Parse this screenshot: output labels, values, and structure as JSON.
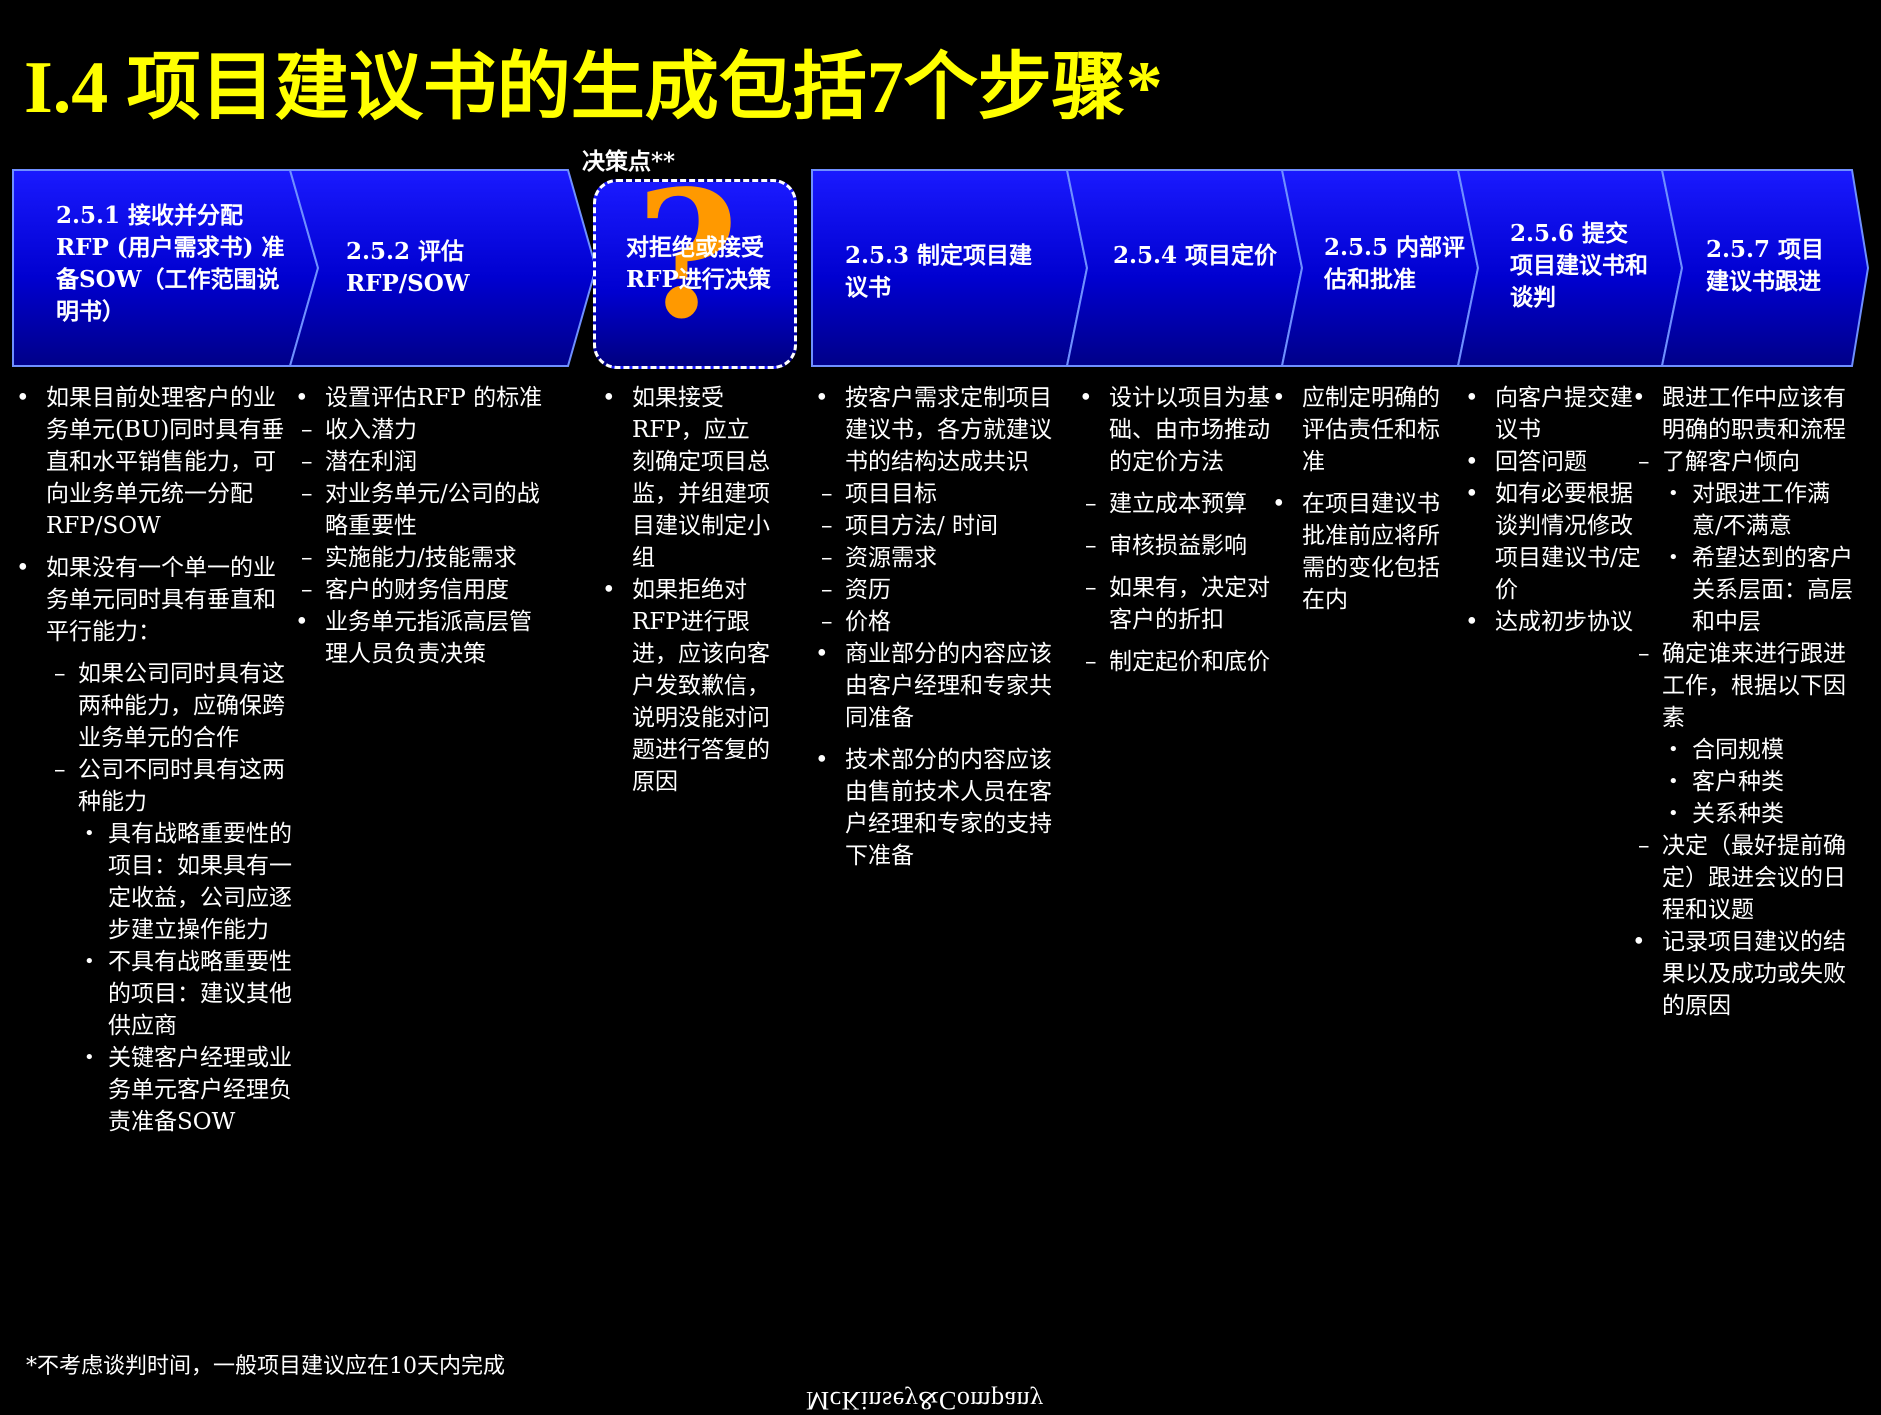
{
  "title": "I.4 项目建议书的生成包括7个步骤*",
  "decision_label": "决策点**",
  "decision": {
    "text": "对拒绝或接受RFP进行决策",
    "mark": "?"
  },
  "steps": [
    {
      "label": "2.5.1 接收并分配RFP (用户需求书) 准备SOW（工作范围说明书）"
    },
    {
      "label": "2.5.2 评估 RFP/SOW"
    },
    {
      "label": "2.5.3 制定项目建议书"
    },
    {
      "label": "2.5.4 项目定价"
    },
    {
      "label": "2.5.5 内部评估和批准"
    },
    {
      "label": "2.5.6 提交项目建议书和谈判"
    },
    {
      "label": "2.5.7 项目建议书跟进"
    }
  ],
  "columns": [
    {
      "items": [
        {
          "level": 1,
          "text": "如果目前处理客户的业务单元(BU)同时具有垂直和水平销售能力，可向业务单元统一分配RFP/SOW"
        },
        {
          "level": 1,
          "text": "如果没有一个单一的业务单元同时具有垂直和平行能力："
        },
        {
          "level": 2,
          "text": "如果公司同时具有这两种能力，应确保跨业务单元的合作"
        },
        {
          "level": 2,
          "text": "公司不同时具有这两种能力"
        },
        {
          "level": 3,
          "text": "具有战略重要性的项目：如果具有一定收益，公司应逐步建立操作能力"
        },
        {
          "level": 3,
          "text": "不具有战略重要性的项目：建议其他供应商"
        },
        {
          "level": 3,
          "text": "关键客户经理或业务单元客户经理负责准备SOW"
        }
      ]
    },
    {
      "items": [
        {
          "level": 1,
          "text": "设置评估RFP 的标准"
        },
        {
          "level": 2,
          "text": "收入潜力"
        },
        {
          "level": 2,
          "text": "潜在利润"
        },
        {
          "level": 2,
          "text": "对业务单元/公司的战略重要性"
        },
        {
          "level": 2,
          "text": "实施能力/技能需求"
        },
        {
          "level": 2,
          "text": "客户的财务信用度"
        },
        {
          "level": 1,
          "text": "业务单元指派高层管理人员负责决策"
        }
      ]
    },
    {
      "items": [
        {
          "level": 1,
          "text": "如果接受RFP，应立刻确定项目总监，并组建项目建议制定小组"
        },
        {
          "level": 1,
          "text": "如果拒绝对RFP进行跟进，应该向客户发致歉信，说明没能对问题进行答复的原因"
        }
      ]
    },
    {
      "items": [
        {
          "level": 1,
          "text": "按客户需求定制项目建议书，各方就建议书的结构达成共识"
        },
        {
          "level": 2,
          "text": "项目目标"
        },
        {
          "level": 2,
          "text": "项目方法/ 时间"
        },
        {
          "level": 2,
          "text": "资源需求"
        },
        {
          "level": 2,
          "text": "资历"
        },
        {
          "level": 2,
          "text": "价格"
        },
        {
          "level": 1,
          "text": "商业部分的内容应该由客户经理和专家共同准备"
        },
        {
          "level": 1,
          "text": "技术部分的内容应该由售前技术人员在客户经理和专家的支持下准备"
        }
      ]
    },
    {
      "items": [
        {
          "level": 1,
          "text": "设计以项目为基础、由市场推动的定价方法"
        },
        {
          "level": 2,
          "text": "建立成本预算"
        },
        {
          "level": 2,
          "text": "审核损益影响"
        },
        {
          "level": 2,
          "text": "如果有，决定对客户的折扣"
        },
        {
          "level": 2,
          "text": "制定起价和底价"
        }
      ]
    },
    {
      "items": [
        {
          "level": 1,
          "text": "应制定明确的评估责任和标准"
        },
        {
          "level": 1,
          "text": "在项目建议书批准前应将所需的变化包括在内"
        }
      ]
    },
    {
      "items": [
        {
          "level": 1,
          "text": "向客户提交建议书"
        },
        {
          "level": 1,
          "text": "回答问题"
        },
        {
          "level": 1,
          "text": "如有必要根据谈判情况修改项目建议书/定价"
        },
        {
          "level": 1,
          "text": "达成初步协议"
        }
      ]
    },
    {
      "items": [
        {
          "level": 1,
          "text": "跟进工作中应该有明确的职责和流程"
        },
        {
          "level": 2,
          "text": "了解客户倾向"
        },
        {
          "level": 3,
          "text": "对跟进工作满意/不满意"
        },
        {
          "level": 3,
          "text": "希望达到的客户关系层面：高层和中层"
        },
        {
          "level": 2,
          "text": "确定谁来进行跟进工作，根据以下因素"
        },
        {
          "level": 3,
          "text": "合同规模"
        },
        {
          "level": 3,
          "text": "客户种类"
        },
        {
          "level": 3,
          "text": "关系种类"
        },
        {
          "level": 2,
          "text": "决定（最好提前确定）跟进会议的日程和议题"
        },
        {
          "level": 1,
          "text": "记录项目建议的结果以及成功或失败的原因"
        }
      ]
    }
  ],
  "footnote": "*不考虑谈判时间，一般项目建议应在10天内完成",
  "logo": "McKinsey&Company",
  "colors": {
    "title": "#ffff00",
    "chevron_top": "#1a1aff",
    "chevron_bottom": "#000090",
    "chevron_border": "#6f8fff",
    "question_mark": "#ff9900",
    "background": "#000000"
  }
}
